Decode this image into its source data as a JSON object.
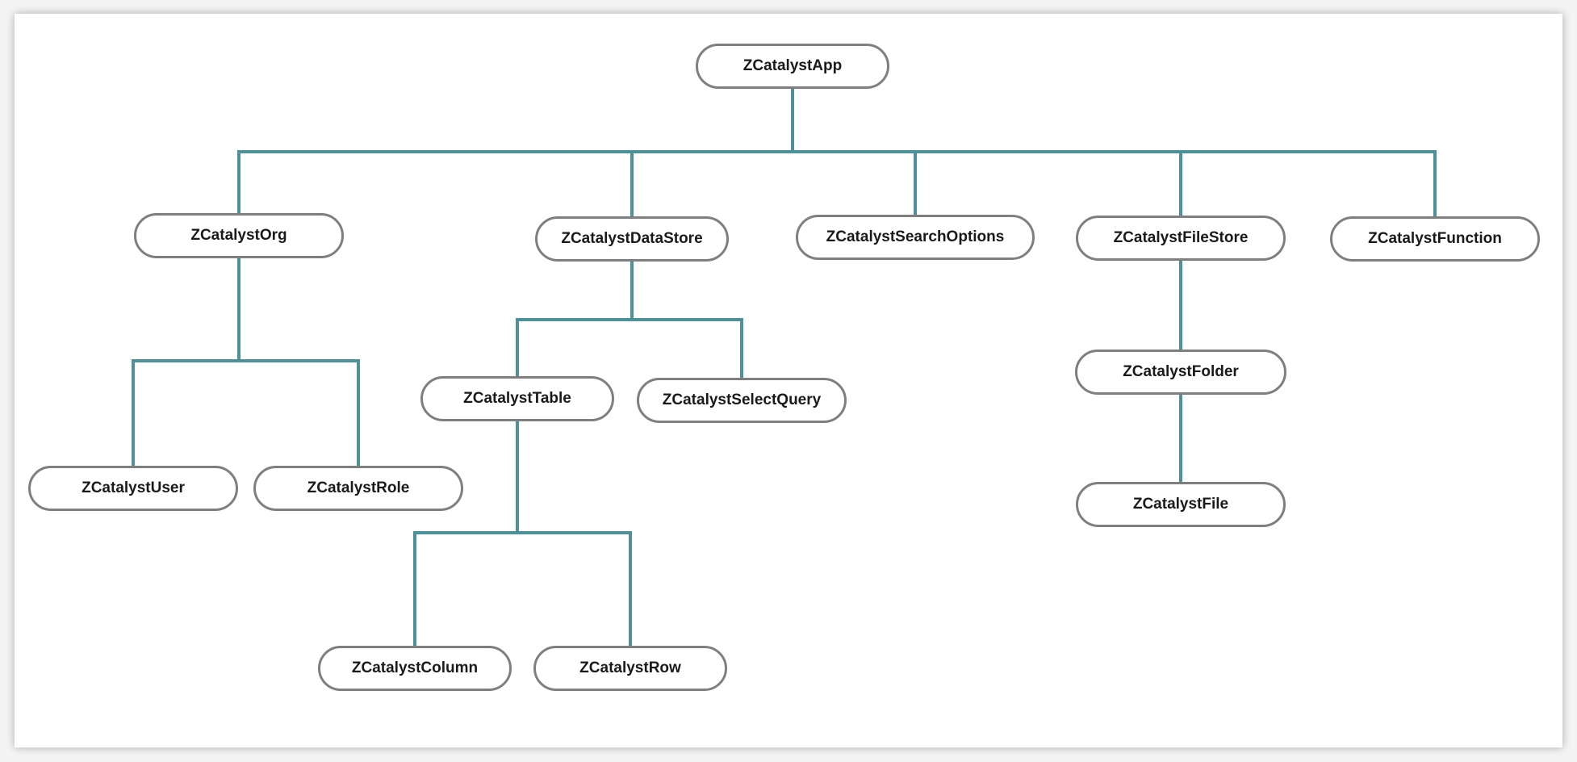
{
  "colors": {
    "connector": "#4f9199",
    "node_border": "#7f7f7f",
    "node_text": "#1a1a1a",
    "background": "#ffffff"
  },
  "nodes": {
    "app": "ZCatalystApp",
    "org": "ZCatalystOrg",
    "user": "ZCatalystUser",
    "role": "ZCatalystRole",
    "datastore": "ZCatalystDataStore",
    "table": "ZCatalystTable",
    "select_query": "ZCatalystSelectQuery",
    "column": "ZCatalystColumn",
    "row": "ZCatalystRow",
    "search_options": "ZCatalystSearchOptions",
    "filestore": "ZCatalystFileStore",
    "folder": "ZCatalystFolder",
    "file": "ZCatalystFile",
    "function": "ZCatalystFunction"
  },
  "edges": [
    [
      "app",
      "org"
    ],
    [
      "app",
      "datastore"
    ],
    [
      "app",
      "search_options"
    ],
    [
      "app",
      "filestore"
    ],
    [
      "app",
      "function"
    ],
    [
      "org",
      "user"
    ],
    [
      "org",
      "role"
    ],
    [
      "datastore",
      "table"
    ],
    [
      "datastore",
      "select_query"
    ],
    [
      "table",
      "column"
    ],
    [
      "table",
      "row"
    ],
    [
      "filestore",
      "folder"
    ],
    [
      "folder",
      "file"
    ]
  ]
}
